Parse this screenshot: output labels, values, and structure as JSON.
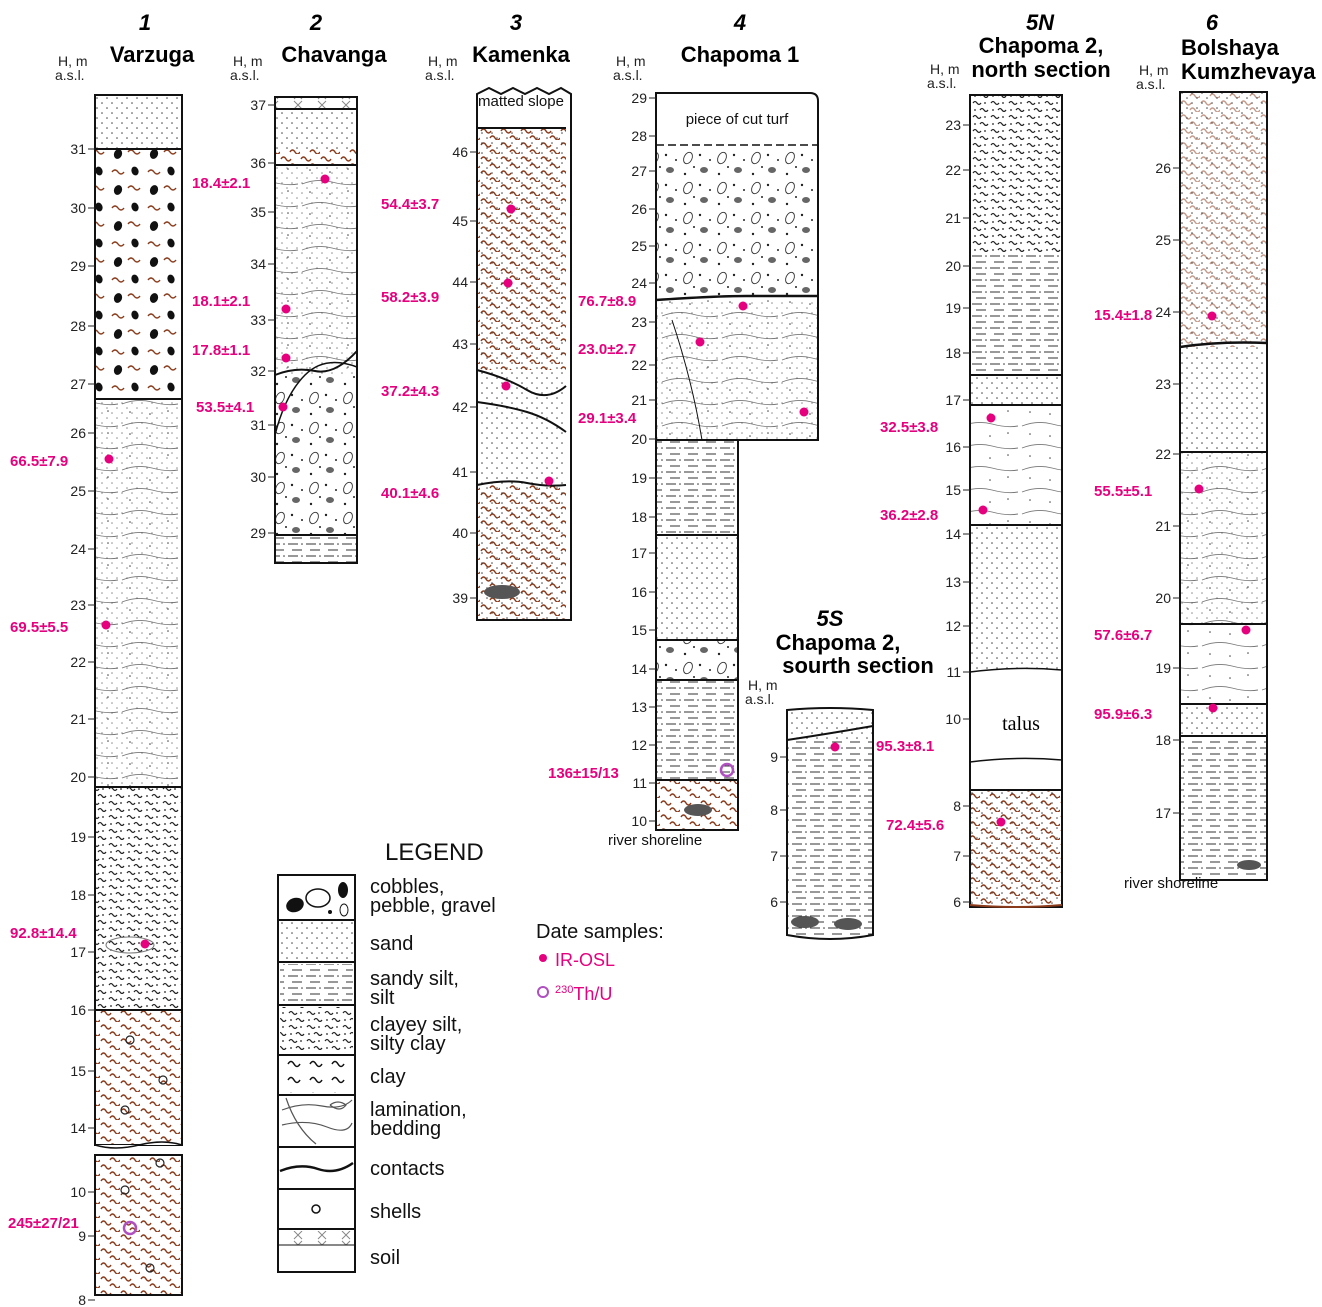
{
  "columns": [
    {
      "id": "c1",
      "number": "1",
      "name": "Varzuga",
      "hm": "H, m",
      "asl": "a.s.l.",
      "ticks": [
        "31",
        "30",
        "29",
        "28",
        "27",
        "26",
        "25",
        "24",
        "23",
        "22",
        "21",
        "20",
        "19",
        "18",
        "17",
        "16",
        "15",
        "14",
        "10",
        "9",
        "8"
      ],
      "dates": [
        {
          "text": "66.5±7.9",
          "kind": "IR-OSL"
        },
        {
          "text": "69.5±5.5",
          "kind": "IR-OSL"
        },
        {
          "text": "92.8±14.4",
          "kind": "IR-OSL"
        },
        {
          "text": "245±27/21",
          "kind": "230Th/U"
        }
      ]
    },
    {
      "id": "c2",
      "number": "2",
      "name": "Chavanga",
      "hm": "H, m",
      "asl": "a.s.l.",
      "ticks": [
        "37",
        "36",
        "35",
        "34",
        "33",
        "32",
        "31",
        "30",
        "29"
      ],
      "dates": [
        {
          "text": "18.4±2.1",
          "kind": "IR-OSL"
        },
        {
          "text": "18.1±2.1",
          "kind": "IR-OSL"
        },
        {
          "text": "17.8±1.1",
          "kind": "IR-OSL"
        },
        {
          "text": "53.5±4.1",
          "kind": "IR-OSL"
        }
      ]
    },
    {
      "id": "c3",
      "number": "3",
      "name": "Kamenka",
      "hm": "H, m",
      "asl": "a.s.l.",
      "top_note": "matted slope",
      "ticks": [
        "46",
        "45",
        "44",
        "43",
        "42",
        "41",
        "40",
        "39"
      ],
      "dates": [
        {
          "text": "54.4±3.7",
          "kind": "IR-OSL"
        },
        {
          "text": "58.2±3.9",
          "kind": "IR-OSL"
        },
        {
          "text": "37.2±4.3",
          "kind": "IR-OSL"
        },
        {
          "text": "40.1±4.6",
          "kind": "IR-OSL"
        }
      ]
    },
    {
      "id": "c4",
      "number": "4",
      "name": "Chapoma 1",
      "hm": "H, m",
      "asl": "a.s.l.",
      "top_note": "piece of cut turf",
      "bottom_note": "river shoreline",
      "ticks": [
        "29",
        "28",
        "27",
        "26",
        "25",
        "24",
        "23",
        "22",
        "21",
        "20",
        "19",
        "18",
        "17",
        "16",
        "15",
        "14",
        "13",
        "12",
        "11",
        "10"
      ],
      "dates": [
        {
          "text": "76.7±8.9",
          "kind": "IR-OSL"
        },
        {
          "text": "23.0±2.7",
          "kind": "IR-OSL"
        },
        {
          "text": "29.1±3.4",
          "kind": "IR-OSL"
        },
        {
          "text": "136±15/13",
          "kind": "230Th/U"
        }
      ]
    },
    {
      "id": "c5s",
      "number": "5S",
      "name": "Chapoma 2, sourth section",
      "hm": "H, m",
      "asl": "a.s.l.",
      "ticks": [
        "9",
        "8",
        "7",
        "6"
      ],
      "dates": [
        {
          "text": "95.3±8.1",
          "kind": "IR-OSL"
        }
      ]
    },
    {
      "id": "c5n",
      "number": "5N",
      "name": "Chapoma 2, north section",
      "hm": "H, m",
      "asl": "a.s.l.",
      "talus": "talus",
      "ticks": [
        "23",
        "22",
        "21",
        "20",
        "19",
        "18",
        "17",
        "16",
        "15",
        "14",
        "13",
        "12",
        "11",
        "10",
        "8",
        "7",
        "6"
      ],
      "dates": [
        {
          "text": "32.5±3.8",
          "kind": "IR-OSL"
        },
        {
          "text": "36.2±2.8",
          "kind": "IR-OSL"
        },
        {
          "text": "72.4±5.6",
          "kind": "IR-OSL"
        }
      ]
    },
    {
      "id": "c6",
      "number": "6",
      "name": "Bolshaya Kumzhevaya",
      "hm": "H, m",
      "asl": "a.s.l.",
      "bottom_note": "river shoreline",
      "ticks": [
        "26",
        "25",
        "24",
        "23",
        "22",
        "21",
        "20",
        "19",
        "18",
        "17"
      ],
      "dates": [
        {
          "text": "15.4±1.8",
          "kind": "IR-OSL"
        },
        {
          "text": "55.5±5.1",
          "kind": "IR-OSL"
        },
        {
          "text": "57.6±6.7",
          "kind": "IR-OSL"
        },
        {
          "text": "95.9±6.3",
          "kind": "IR-OSL"
        }
      ]
    }
  ],
  "legend": {
    "title": "LEGEND",
    "items": [
      {
        "key": "cobbles",
        "label": "cobbles, pebble, gravel"
      },
      {
        "key": "sand",
        "label": "sand"
      },
      {
        "key": "silt",
        "label": "sandy silt, silt"
      },
      {
        "key": "clayey",
        "label": "clayey silt, silty clay"
      },
      {
        "key": "clay",
        "label": "clay"
      },
      {
        "key": "lamination",
        "label": "lamination, bedding"
      },
      {
        "key": "contacts",
        "label": "contacts"
      },
      {
        "key": "shells",
        "label": "shells"
      },
      {
        "key": "soil",
        "label": "soil"
      }
    ],
    "samples_title": "Date samples:",
    "ir_osl": "IR-OSL",
    "th_u": "230Th/U"
  },
  "colors": {
    "date": "#e6007e",
    "clay": "#8b3a1a",
    "silt": "#333333",
    "thu": "#b04fc0"
  }
}
